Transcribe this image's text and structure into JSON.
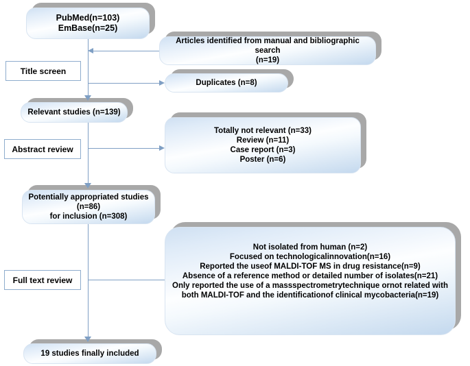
{
  "diagram": {
    "title": "PRISMA-style study selection flow diagram",
    "accent_color": "#7f9fc4",
    "box_border_color": "#8eaccd",
    "shadow_color": "#a8a8a8",
    "text_color": "#000000"
  },
  "boxes": {
    "records_identified": "PubMed(n=103)\nEmBase(n=25)",
    "manual_search": "Articles identified from manual and bibliographic search\n(n=19)",
    "duplicates": "Duplicates (n=8)",
    "relevant_studies": "Relevant studies (n=139)",
    "abstract_exclusions": "Totally not relevant (n=33)\nReview (n=11)\nCase report  (n=3)\nPoster (n=6)",
    "potentially_appropriated": "Potentially appropriated studies\n(n=86)\nfor inclusion (n=308)",
    "fulltext_exclusions": "Not isolated from human (n=2)\nFocused on technologicalinnovation(n=16)\nReported the useof MALDI-TOF MS in drug resistance(n=9)\nAbsence of a reference  method or detailed number of isolates(n=21)\nOnly reported the use of a massspectrometrytechnique ornot related with\nboth MALDI-TOF and the identificationof clinical mycobacteria(n=19)",
    "final_included": "19 studies finally included"
  },
  "stage_labels": {
    "title_screen": "Title screen",
    "abstract_review": "Abstract review",
    "full_text_review": "Full text review"
  }
}
